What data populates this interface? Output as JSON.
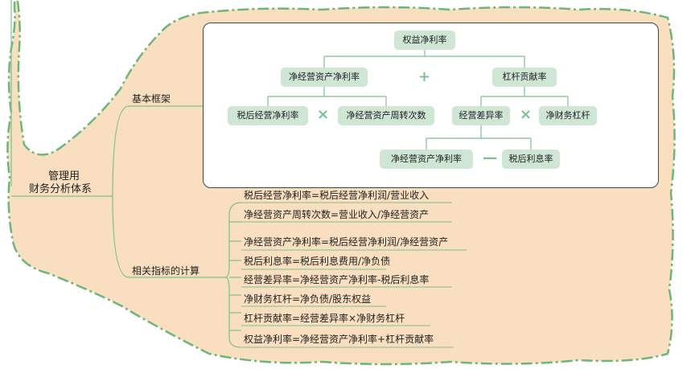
{
  "root": {
    "line1": "管理用",
    "line2": "财务分析体系"
  },
  "branches": {
    "framework": "基本框架",
    "indicators": "相关指标的计算"
  },
  "diagram": {
    "roe": "权益净利率",
    "rnoa": "净经营资产净利率",
    "leverage_contribution": "杠杆贡献率",
    "after_tax_margin": "税后经营净利率",
    "turnover": "净经营资产周转次数",
    "spread": "经营差异率",
    "net_leverage": "净财务杠杆",
    "rnoa_2": "净经营资产净利率",
    "after_tax_interest": "税后利息率",
    "op_plus": "+",
    "op_times_1": "×",
    "op_times_2": "×",
    "op_minus": "—"
  },
  "formulas": [
    "税后经营净利率=税后经营净利润/营业收入",
    "净经营资产周转次数=营业收入/净经营资产",
    "净经营资产净利率=税后经营净利润/净经营资产",
    "税后利息率=税后利息费用/净负债",
    "经营差异率=净经营资产净利率-税后利息率",
    "净财务杠杆=净负债/股东权益",
    "杠杆贡献率=经营差异率×净财务杠杆",
    "权益净利率=净经营资产净利率+杠杆贡献率"
  ],
  "colors": {
    "cloud_fill": "#f9dfbf",
    "cloud_border": "#6cb67a",
    "box_fill": "#cfe6d5",
    "line": "#7cc08e"
  }
}
